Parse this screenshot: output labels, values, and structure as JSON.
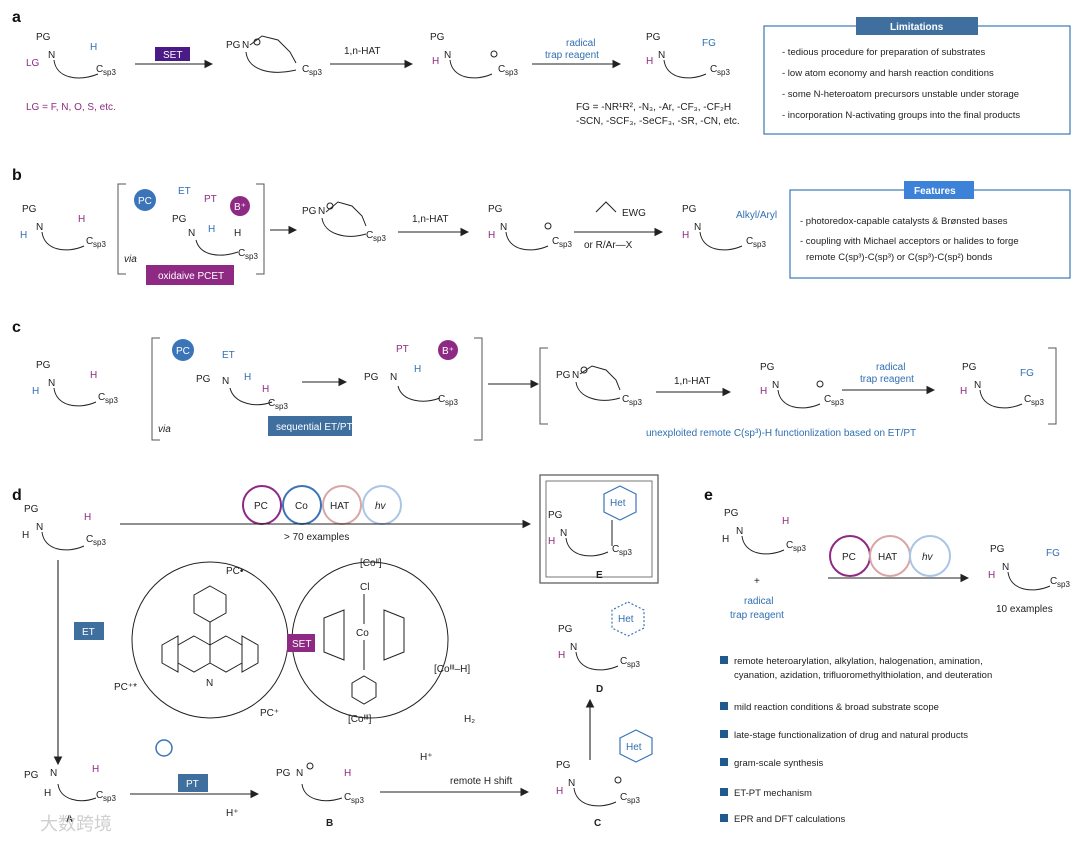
{
  "panels": {
    "a": "a",
    "b": "b",
    "c": "c",
    "d": "d",
    "e": "e"
  },
  "chem": {
    "PG": "PG",
    "N": "N",
    "H": "H",
    "LG": "LG",
    "FG": "FG",
    "Csp3": "C",
    "sp3": "sp3",
    "nHAT": "1,n-HAT",
    "radical": "radical",
    "trap": "trap reagent",
    "via": "via",
    "EWG": "EWG",
    "orRAr": "or R/Ar—X",
    "AlkylAryl": "Alkyl/Aryl",
    "PC": "PC",
    "ET": "ET",
    "PT": "PT",
    "B": "B⁺",
    "SET": "SET"
  },
  "panel_a": {
    "set_label": "SET",
    "lg_def": "LG = F, N, O, S, etc.",
    "fg_def_1": "FG = -NR¹R², -N₃, -Ar, -CF₃, -CF₂H",
    "fg_def_2": "-SCN, -SCF₃, -SeCF₃, -SR, -CN, etc.",
    "limitations_title": "Limitations",
    "limitations": [
      "- tedious procedure for preparation of substrates",
      "- low atom economy and harsh reaction conditions",
      "- some N-heteroatom precursors unstable under storage",
      "- incorporation N-activating groups into the final products"
    ]
  },
  "panel_b": {
    "pcet_label": "oxidaive PCET",
    "features_title": "Features",
    "features": [
      "- photoredox-capable catalysts & Brønsted bases",
      "- coupling with Michael acceptors or halides to forge",
      "remote C(sp³)-C(sp³) or C(sp³)-C(sp²) bonds"
    ]
  },
  "panel_c": {
    "etpt_label": "sequential ET/PT",
    "caption": "unexploited remote C(sp³)-H functionlization based on ET/PT"
  },
  "panel_d": {
    "catalysts": [
      "PC",
      "Co",
      "HAT",
      "hv"
    ],
    "examples": "> 70 examples",
    "pc_rad": "PC•",
    "pc_plus": "PC⁺",
    "pc_star": "PC⁺*",
    "co2": "[Coᴵᴵ]",
    "co3h": "[Coᴵᴵᴵ–H]",
    "co3": "[Coᴵᴵᴵ]",
    "h2": "H₂",
    "hplus": "H⁺",
    "cl": "Cl",
    "co": "Co",
    "et": "ET",
    "set": "SET",
    "pt": "PT",
    "remote_shift": "remote H shift",
    "het": "Het",
    "A": "A",
    "B": "B",
    "C": "C",
    "D": "D",
    "E": "E"
  },
  "panel_e": {
    "catalysts": [
      "PC",
      "HAT",
      "hv"
    ],
    "plus": "+",
    "reagent_1": "radical",
    "reagent_2": "trap reagent",
    "examples": "10 examples",
    "bullets": [
      "remote  heteroarylation, alkylation, halogenation, amination,",
      "cyanation, azidation, trifluoromethylthiolation, and deuteration",
      "mild reaction conditions & broad substrate scope",
      "late-stage functionalization of drug and natural products",
      "gram-scale synthesis",
      "ET-PT mechanism",
      "EPR and DFT calculations"
    ]
  },
  "colors": {
    "accent_blue": "#3a78b5",
    "badge_blue": "#3f6f9f",
    "purple": "#8e2a83",
    "dark_purple": "#4a1a86",
    "pc_blue": "#3b74b8"
  },
  "watermark": "大数跨境"
}
